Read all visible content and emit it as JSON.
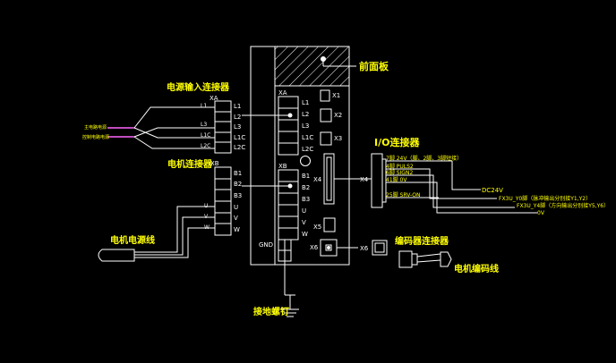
{
  "colors": {
    "background": "#000000",
    "line": "#ffffff",
    "label": "#ffff00",
    "signal": "#ff66ff"
  },
  "labels": {
    "power_input_connector": "电源输入连接器",
    "front_panel": "前面板",
    "motor_connector": "电机连接器",
    "motor_power_cable": "电机电源线",
    "io_connector": "I/O连接器",
    "encoder_connector": "编码器连接器",
    "encoder_cable": "电机编码线",
    "ground_screw": "接地螺钉",
    "main_circuit_power": "主电路电源",
    "control_circuit_power": "控制电路电源"
  },
  "ports": {
    "xa": "XA",
    "xb": "XB",
    "x1": "X1",
    "x2": "X2",
    "x3": "X3",
    "x4": "X4",
    "x5": "X5",
    "x6": "X6",
    "gnd": "GND"
  },
  "xa_terminals": [
    "L1",
    "L2",
    "L3",
    "L1C",
    "L2C"
  ],
  "xb_terminals": [
    "B1",
    "B2",
    "B3",
    "U",
    "V",
    "W"
  ],
  "io_pins": [
    "7脚 24V（脚、2脚、3脚短接）",
    "4脚 PULS2",
    "6脚 SIGN2",
    "41脚 0V",
    "25脚 SRV-ON"
  ],
  "io_targets": {
    "dc24v": "DC24V",
    "fx3u_y0": "FX3U_Y0脚（脉冲输出分别接Y1,Y2）",
    "fx3u_y4": "FX3U_Y4脚（方向输出分别接Y5,Y6）",
    "zero_v": "0V"
  }
}
